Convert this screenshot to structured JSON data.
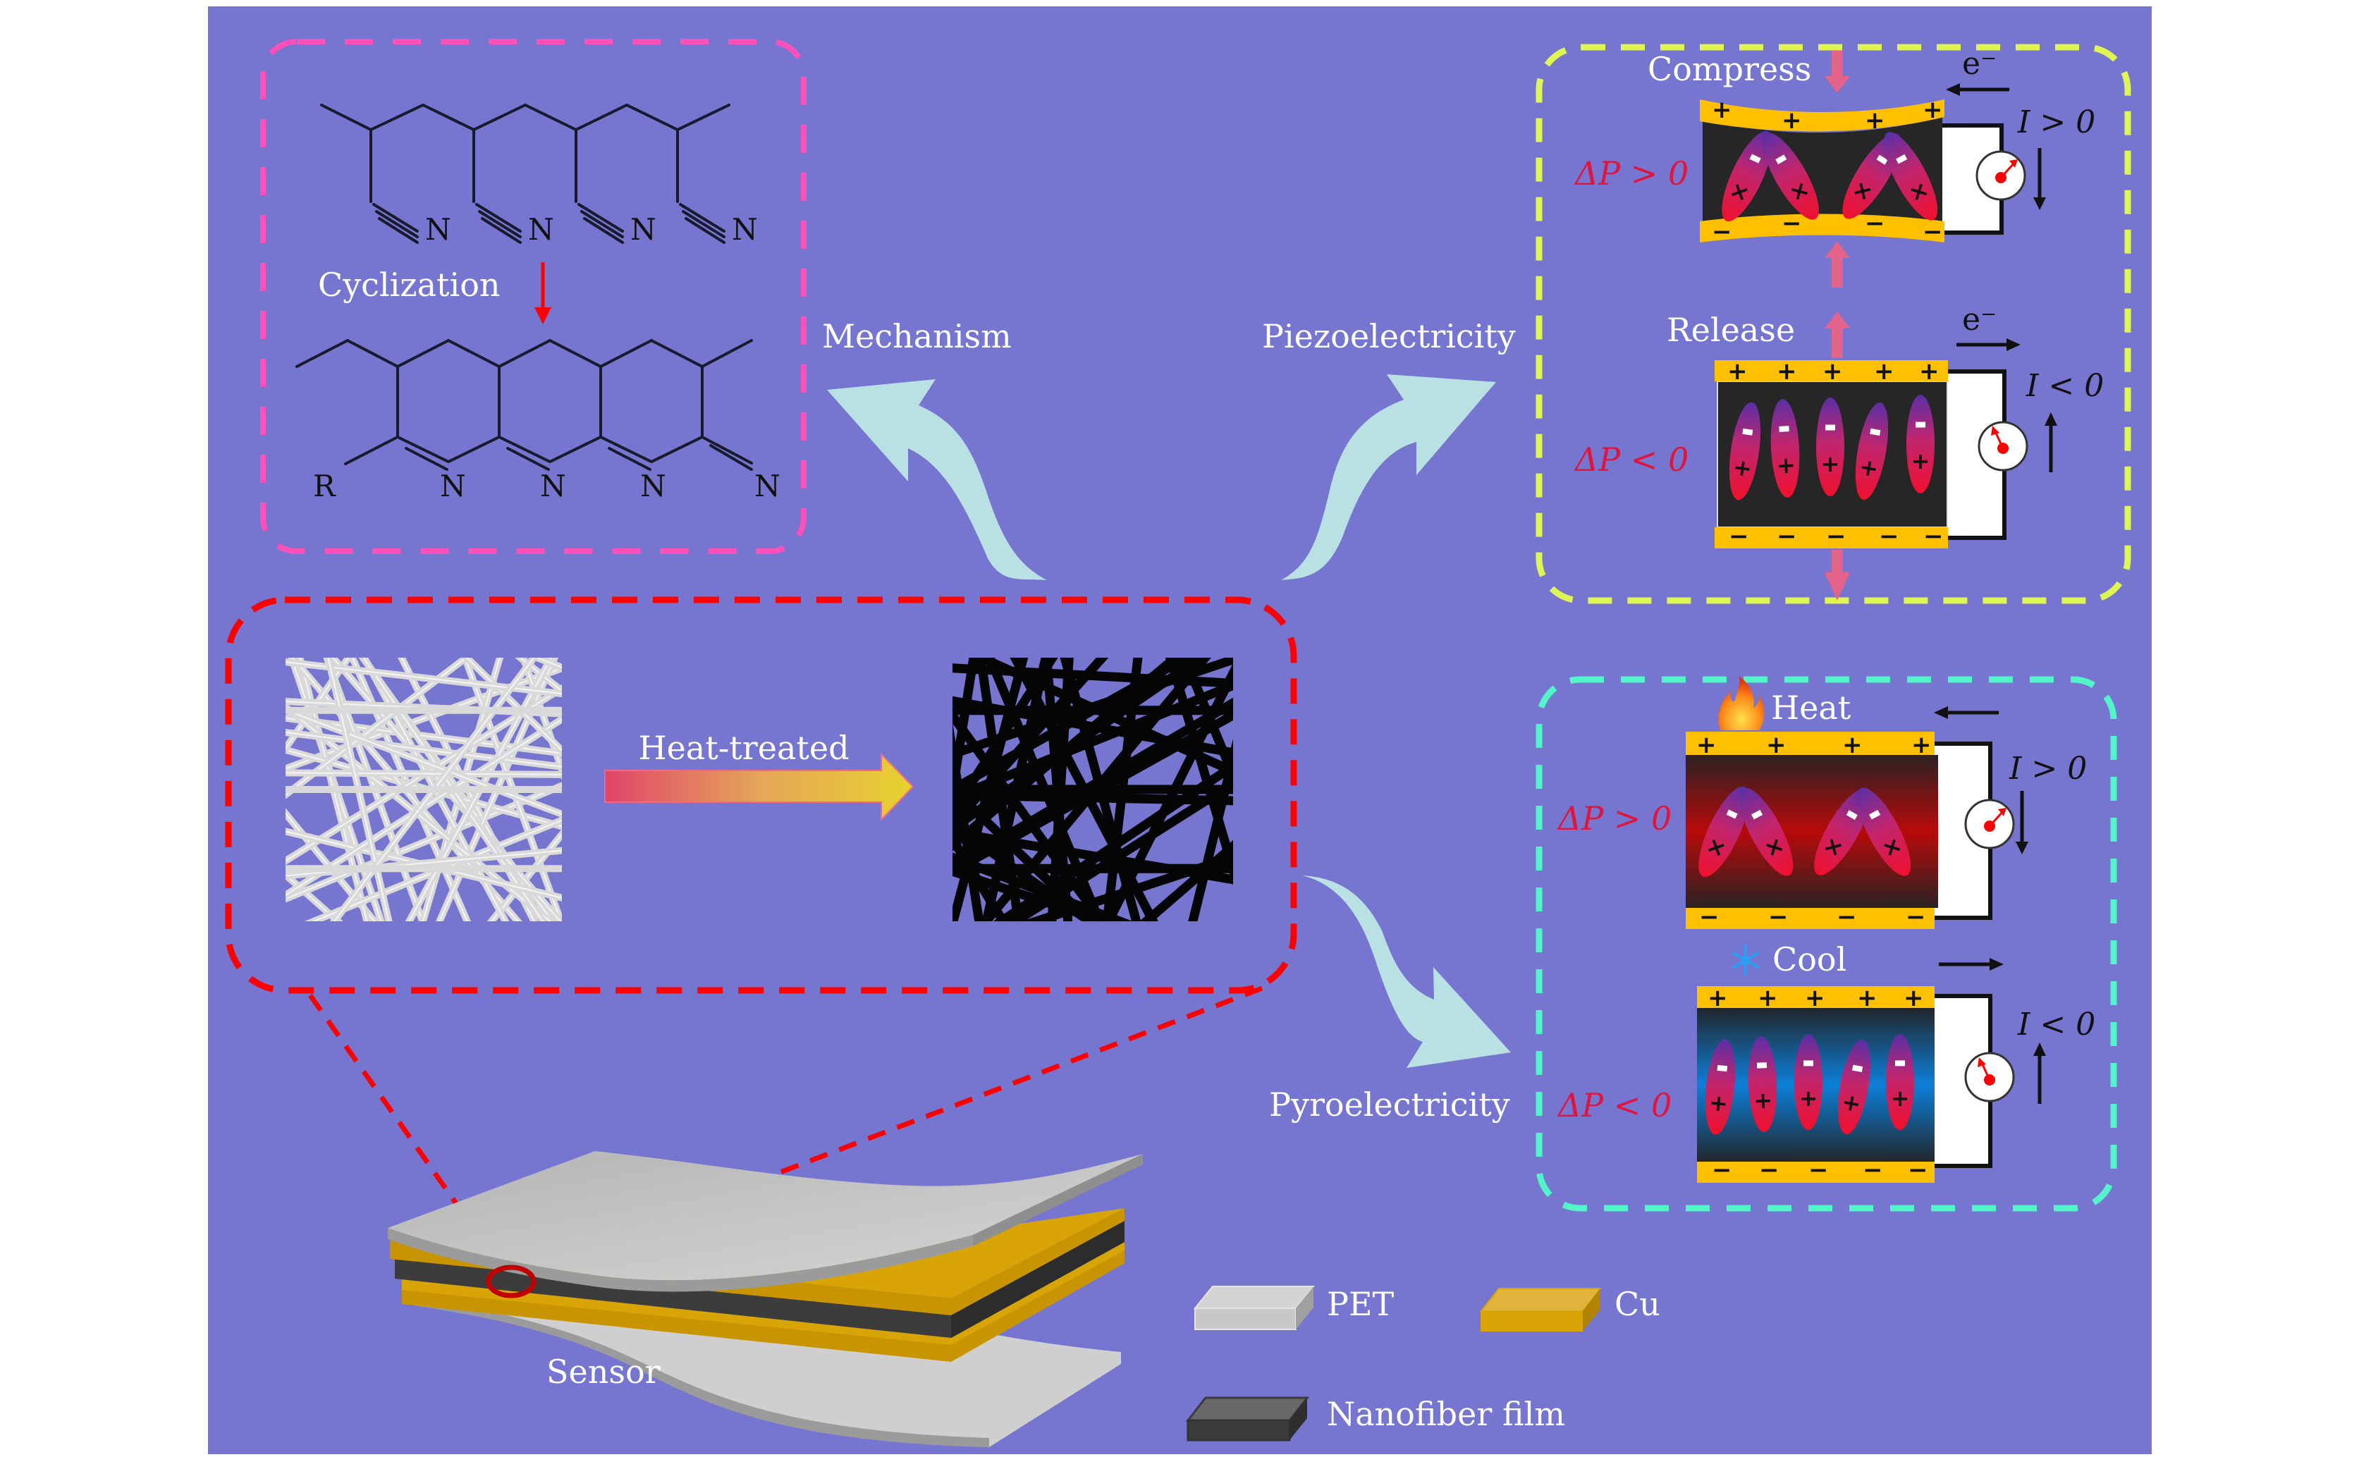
{
  "figure": {
    "background_color": "#7675cf",
    "colors": {
      "mechanism_box": "#ff4fb8",
      "fiber_box": "#ff0000",
      "piezo_box": "#dff552",
      "pyro_box": "#52f5c8",
      "flow_arrow": "#b9e0e3",
      "electrode": "#ffc000",
      "film": "#262626",
      "delta_p_text": "#e0143c",
      "pressure_arrow": "#e4638a"
    }
  },
  "mechanism": {
    "label": "Mechanism",
    "step_label": "Cyclization",
    "monomer_atoms": [
      "N",
      "N",
      "N",
      "N"
    ],
    "product_atoms": [
      "R",
      "N",
      "N",
      "N",
      "N"
    ]
  },
  "fibers": {
    "process_label": "Heat-treated",
    "before": "pristine nanofiber mat (white)",
    "after": "heat-treated nanofiber mat (black)"
  },
  "piezo": {
    "label": "Piezoelectricity",
    "compress": {
      "label": "Compress",
      "delta_p": "ΔP > 0",
      "current": "I > 0",
      "electron": "e⁻",
      "top_signs": [
        "+",
        "+",
        "+",
        "+"
      ],
      "bottom_signs": [
        "−",
        "−",
        "−",
        "−"
      ]
    },
    "release": {
      "label": "Release",
      "delta_p": "ΔP < 0",
      "current": "I < 0",
      "electron": "e⁻",
      "top_signs": [
        "+",
        "+",
        "+",
        "+",
        "+"
      ],
      "bottom_signs": [
        "−",
        "−",
        "−",
        "−",
        "−"
      ]
    }
  },
  "pyro": {
    "label": "Pyroelectricity",
    "heat": {
      "label": "Heat",
      "delta_p": "ΔP > 0",
      "current": "I > 0",
      "top_signs": [
        "+",
        "+",
        "+",
        "+"
      ],
      "bottom_signs": [
        "−",
        "−",
        "−",
        "−"
      ]
    },
    "cool": {
      "label": "Cool",
      "delta_p": "ΔP < 0",
      "current": "I < 0",
      "top_signs": [
        "+",
        "+",
        "+",
        "+",
        "+"
      ],
      "bottom_signs": [
        "−",
        "−",
        "−",
        "−",
        "−"
      ]
    }
  },
  "sensor": {
    "label": "Sensor"
  },
  "legend": {
    "items": [
      {
        "label": "PET",
        "color": "#cfcfcf"
      },
      {
        "label": "Cu",
        "color": "#d9a406"
      },
      {
        "label": "Nanofiber film",
        "color": "#3c3c3c"
      }
    ]
  }
}
